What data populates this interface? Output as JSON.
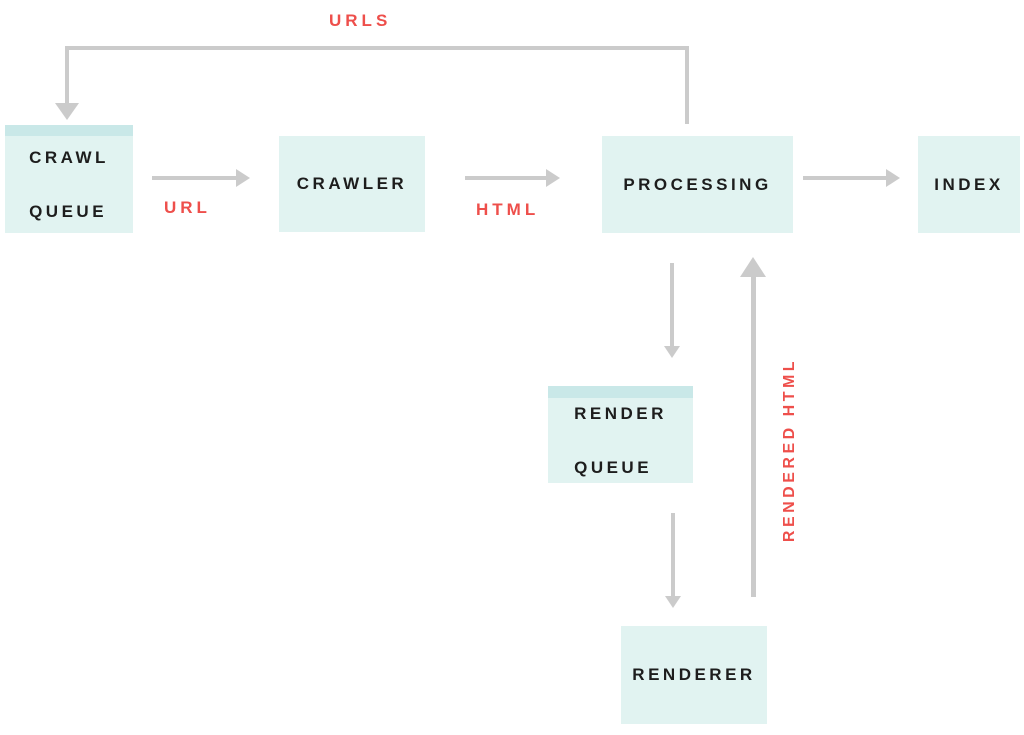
{
  "diagram": {
    "name": "crawl-render-index-pipeline"
  },
  "nodes": {
    "crawl_queue": {
      "line1": "CRAWL",
      "line2": "QUEUE",
      "type": "queue"
    },
    "crawler": {
      "label": "CRAWLER",
      "type": "process"
    },
    "processing": {
      "label": "PROCESSING",
      "type": "process"
    },
    "index": {
      "label": "INDEX",
      "type": "process"
    },
    "render_queue": {
      "line1": "RENDER",
      "line2": "QUEUE",
      "type": "queue"
    },
    "renderer": {
      "label": "RENDERER",
      "type": "process"
    }
  },
  "edge_labels": {
    "urls": "URLS",
    "url": "URL",
    "html": "HTML",
    "rendered_html": "RENDERED HTML"
  },
  "edges": [
    {
      "from": "crawl_queue",
      "to": "crawler",
      "label": "URL"
    },
    {
      "from": "crawler",
      "to": "processing",
      "label": "HTML"
    },
    {
      "from": "processing",
      "to": "index",
      "label": ""
    },
    {
      "from": "processing",
      "to": "crawl_queue",
      "label": "URLS"
    },
    {
      "from": "processing",
      "to": "render_queue",
      "label": ""
    },
    {
      "from": "render_queue",
      "to": "renderer",
      "label": ""
    },
    {
      "from": "renderer",
      "to": "processing",
      "label": "RENDERED HTML"
    }
  ],
  "colors": {
    "node_fill": "#e1f3f1",
    "node_header": "#c9e8e8",
    "line": "#cbcbcb",
    "red": "#ee4f4b",
    "text": "#1d1d1d"
  }
}
